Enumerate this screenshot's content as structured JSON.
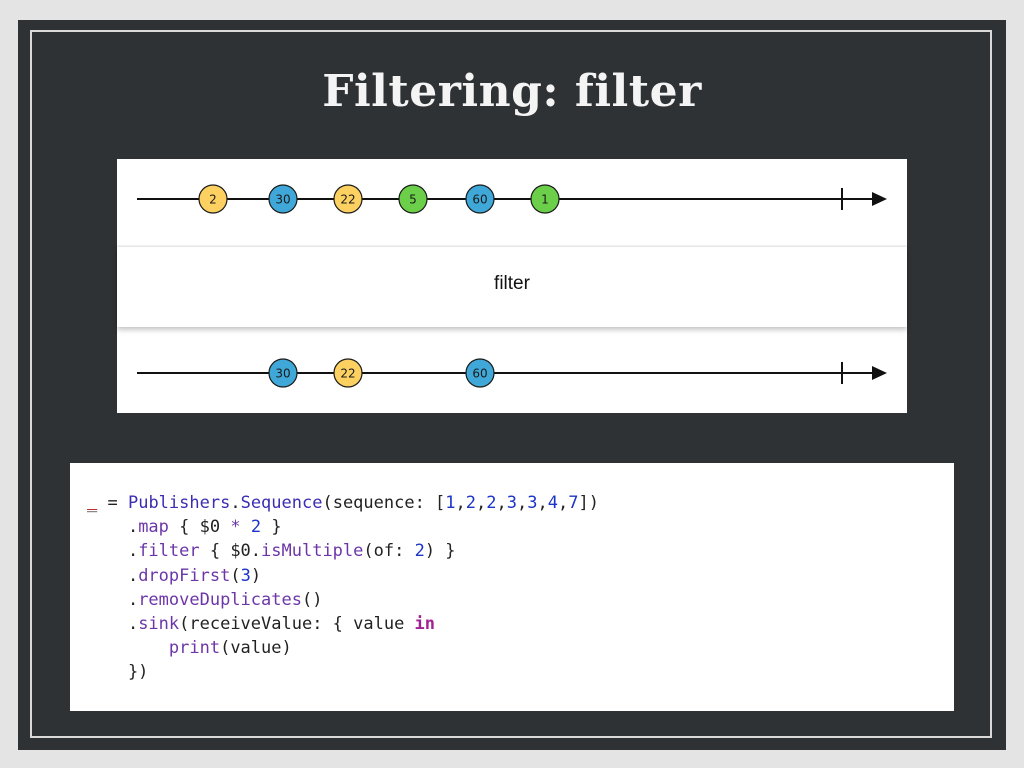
{
  "slide": {
    "title": "Filtering: filter"
  },
  "diagram": {
    "operator": "filter",
    "input_marbles": [
      {
        "label": "2",
        "color": "#fcd162"
      },
      {
        "label": "30",
        "color": "#3fa8d8"
      },
      {
        "label": "22",
        "color": "#fcd162"
      },
      {
        "label": "5",
        "color": "#6ccf4a"
      },
      {
        "label": "60",
        "color": "#3fa8d8"
      },
      {
        "label": "1",
        "color": "#6ccf4a"
      }
    ],
    "output_marbles": [
      {
        "label": "30",
        "color": "#3fa8d8"
      },
      {
        "label": "22",
        "color": "#fcd162"
      },
      {
        "label": "60",
        "color": "#3fa8d8"
      }
    ]
  },
  "code": {
    "lines": [
      [
        {
          "t": "_",
          "c": "underscore"
        },
        {
          "t": " = ",
          "c": "plain"
        },
        {
          "t": "Publishers",
          "c": "ident"
        },
        {
          "t": ".",
          "c": "plain"
        },
        {
          "t": "Sequence",
          "c": "ident"
        },
        {
          "t": "(sequence: [",
          "c": "plain"
        },
        {
          "t": "1",
          "c": "num"
        },
        {
          "t": ",",
          "c": "plain"
        },
        {
          "t": "2",
          "c": "num"
        },
        {
          "t": ",",
          "c": "plain"
        },
        {
          "t": "2",
          "c": "num"
        },
        {
          "t": ",",
          "c": "plain"
        },
        {
          "t": "3",
          "c": "num"
        },
        {
          "t": ",",
          "c": "plain"
        },
        {
          "t": "3",
          "c": "num"
        },
        {
          "t": ",",
          "c": "plain"
        },
        {
          "t": "4",
          "c": "num"
        },
        {
          "t": ",",
          "c": "plain"
        },
        {
          "t": "7",
          "c": "num"
        },
        {
          "t": "])",
          "c": "plain"
        }
      ],
      [
        {
          "t": "    .",
          "c": "plain"
        },
        {
          "t": "map",
          "c": "method"
        },
        {
          "t": " { $0 ",
          "c": "plain"
        },
        {
          "t": "*",
          "c": "method"
        },
        {
          "t": " ",
          "c": "plain"
        },
        {
          "t": "2",
          "c": "num"
        },
        {
          "t": " }",
          "c": "plain"
        }
      ],
      [
        {
          "t": "    .",
          "c": "plain"
        },
        {
          "t": "filter",
          "c": "method"
        },
        {
          "t": " { $0.",
          "c": "plain"
        },
        {
          "t": "isMultiple",
          "c": "method"
        },
        {
          "t": "(of: ",
          "c": "plain"
        },
        {
          "t": "2",
          "c": "num"
        },
        {
          "t": ") }",
          "c": "plain"
        }
      ],
      [
        {
          "t": "    .",
          "c": "plain"
        },
        {
          "t": "dropFirst",
          "c": "method"
        },
        {
          "t": "(",
          "c": "plain"
        },
        {
          "t": "3",
          "c": "num"
        },
        {
          "t": ")",
          "c": "plain"
        }
      ],
      [
        {
          "t": "    .",
          "c": "plain"
        },
        {
          "t": "removeDuplicates",
          "c": "method"
        },
        {
          "t": "()",
          "c": "plain"
        }
      ],
      [
        {
          "t": "    .",
          "c": "plain"
        },
        {
          "t": "sink",
          "c": "method"
        },
        {
          "t": "(receiveValue: { value ",
          "c": "plain"
        },
        {
          "t": "in",
          "c": "kw"
        }
      ],
      [
        {
          "t": "        ",
          "c": "plain"
        },
        {
          "t": "print",
          "c": "method"
        },
        {
          "t": "(value)",
          "c": "plain"
        }
      ],
      [
        {
          "t": "    })",
          "c": "plain"
        }
      ]
    ]
  }
}
